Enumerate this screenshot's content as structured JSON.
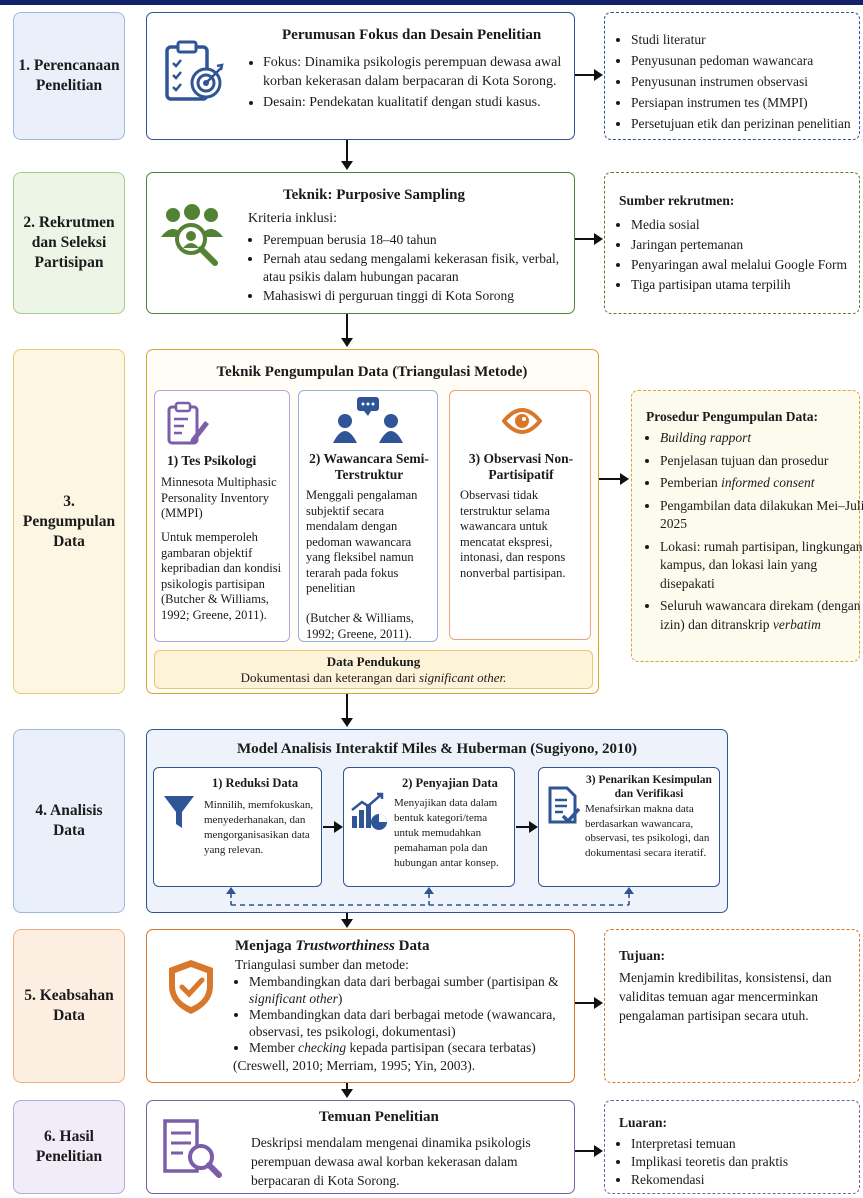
{
  "colors": {
    "blue": "#2f5597",
    "blue_bg": "#e9f0fa",
    "green": "#548235",
    "green_bg": "#edf5e7",
    "yellow": "#d6a53a",
    "yellow_bg": "#fdf6e2",
    "orange": "#d9772b",
    "orange_bg": "#fcefe2",
    "purple": "#7b5ea7",
    "purple_bg": "#f1ecf8",
    "navy": "#12226b"
  },
  "s1": {
    "stage": "1. Perencanaan Penelitian",
    "title": "Perumusan Fokus dan Desain Penelitian",
    "fokus_label": "Fokus",
    "fokus_text": ": Dinamika psikologis perempuan dewasa awal korban kekerasan dalam berpacaran di Kota Sorong.",
    "desain": "Desain: Pendekatan kualitatif dengan studi kasus.",
    "side": [
      "Studi literatur",
      "Penyusunan pedoman wawancara",
      "Penyusunan instrumen observasi",
      "Persiapan instrumen tes (MMPI)",
      "Persetujuan etik dan perizinan penelitian"
    ]
  },
  "s2": {
    "stage": "2. Rekrutmen dan Seleksi Partisipan",
    "title": "Teknik: Purposive Sampling",
    "criteria_label": "Kriteria inklusi:",
    "criteria": [
      "Perempuan berusia 18–40 tahun",
      "Pernah atau sedang mengalami kekerasan fisik, verbal, atau psikis dalam hubungan pacaran",
      "Mahasiswi di perguruan tinggi di Kota Sorong"
    ],
    "side_title": "Sumber rekrutmen:",
    "side": [
      "Media sosial",
      "Jaringan pertemanan",
      "Penyaringan awal melalui Google Form",
      "Tiga partisipan utama terpilih"
    ]
  },
  "s3": {
    "stage": "3. Pengumpulan Data",
    "title": "Teknik Pengumpulan Data (Triangulasi Metode)",
    "m1_title": "1) Tes Psikologi",
    "m1_p1": "Minnesota Multiphasic Personality Inventory (MMPI)",
    "m1_p2": "Untuk memperoleh gambaran objektif kepribadian dan kondisi psikologis partisipan (Butcher & Williams, 1992; Greene, 2011).",
    "m2_title": "2) Wawancara Semi-Terstruktur",
    "m2_p1": "Menggali pengalaman subjektif secara mendalam dengan pedoman wawancara yang fleksibel namun terarah pada fokus penelitian",
    "m2_p2": "(Butcher & Williams, 1992; Greene, 2011).",
    "m3_title": "3) Observasi Non-Partisipatif",
    "m3_p1": "Observasi tidak terstruktur selama wawancara untuk mencatat ekspresi, intonasi, dan respons nonverbal partisipan.",
    "support_title": "Data Pendukung",
    "support_text": "Dokumentasi dan keterangan dari ",
    "support_italic": "significant other.",
    "side_title": "Prosedur Pengumpulan Data:",
    "side_1": "Building rapport",
    "side_2": "Penjelasan tujuan dan prosedur",
    "side_3a": "Pemberian ",
    "side_3b": "informed consent",
    "side_4": "Pengambilan data dilakukan Mei–Juli 2025",
    "side_5": "Lokasi: rumah partisipan, lingkungan kampus, dan lokasi lain yang disepakati",
    "side_6a": "Seluruh wawancara direkam (dengan izin) dan ditranskrip ",
    "side_6b": "verbatim"
  },
  "s4": {
    "stage": "4. Analisis Data",
    "title": "Model Analisis Interaktif Miles & Huberman (Sugiyono, 2010)",
    "a1_title": "1) Reduksi Data",
    "a1_text": "Minnilih, memfokuskan, menyederhanakan, dan mengorganisasikan data yang relevan.",
    "a2_title": "2) Penyajian Data",
    "a2_text": "Menyajikan data dalam bentuk kategori/tema untuk memudahkan pemahaman pola dan hubungan antar konsep.",
    "a3_title": "3) Penarikan Kesimpulan dan Verifikasi",
    "a3_text": "Menafsirkan makna data berdasarkan wawancara, observasi, tes psikologi, dan dokumentasi secara iteratif."
  },
  "s5": {
    "stage": "5. Keabsahan Data",
    "title_a": "Menjaga ",
    "title_b": "Trustworthiness",
    "title_c": " Data",
    "intro": "Triangulasi sumber dan metode:",
    "b1a": "Membandingkan data dari berbagai sumber (partisipan & ",
    "b1b": "significant other",
    "b1c": ")",
    "b2": "Membandingkan data dari berbagai metode (wawancara, observasi, tes psikologi, dokumentasi)",
    "b3a": "Member ",
    "b3b": "checking",
    "b3c": " kepada partisipan (secara terbatas)",
    "cite": "(Creswell, 2010; Merriam, 1995; Yin, 2003).",
    "side_title": "Tujuan:",
    "side_text": "Menjamin kredibilitas, konsistensi, dan validitas temuan agar mencerminkan pengalaman partisipan secara utuh."
  },
  "s6": {
    "stage": "6. Hasil Penelitian",
    "title": "Temuan Penelitian",
    "text": "Deskripsi mendalam mengenai dinamika psikologis perempuan dewasa awal korban kekerasan dalam berpacaran di Kota Sorong.",
    "side_title": "Luaran:",
    "side": [
      "Interpretasi temuan",
      "Implikasi teoretis dan praktis",
      "Rekomendasi"
    ]
  }
}
